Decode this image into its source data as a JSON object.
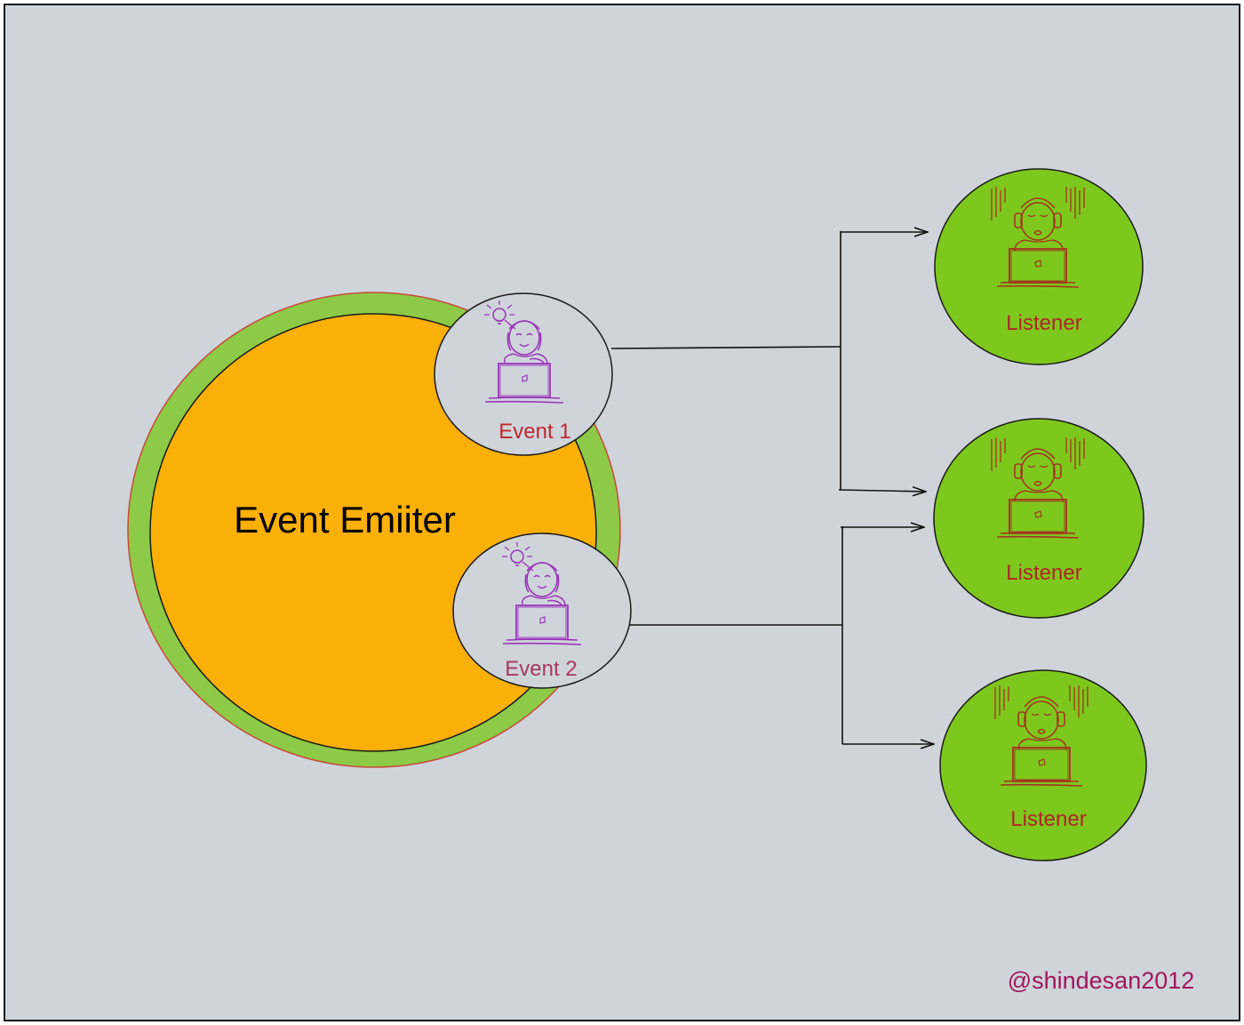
{
  "emitter": {
    "label": "Event Emiiter"
  },
  "events": [
    {
      "label": "Event 1",
      "icon": "person-laptop-lightbulb-icon"
    },
    {
      "label": "Event 2",
      "icon": "person-laptop-lightbulb-icon"
    }
  ],
  "listeners": [
    {
      "label": "Listener",
      "icon": "sad-person-laptop-icon"
    },
    {
      "label": "Listener",
      "icon": "sad-person-laptop-icon"
    },
    {
      "label": "Listener",
      "icon": "sad-person-laptop-icon"
    }
  ],
  "credit": "@shindesan2012",
  "colors": {
    "background": "#cfd4db",
    "emitter_fill": "#fbb008",
    "emitter_ring": "#8dca47",
    "listener_fill": "#7ec81d",
    "event_fill": "#cfd4db",
    "event1_text": "#c0282d",
    "event2_text": "#a8385f",
    "listener_text": "#b02428",
    "credit_text": "#a0185a",
    "sketch_purple": "#9a35b8",
    "sketch_red": "#a33420"
  }
}
